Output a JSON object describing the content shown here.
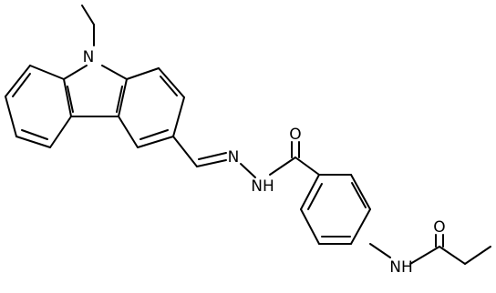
{
  "molecule": {
    "atom_labels": {
      "n_carbazole": "N",
      "o_amide": "O",
      "n_imine": "N",
      "nh_hydrazide": "NH",
      "nh_anilide": "NH",
      "o_propanoyl": "O"
    },
    "colors": {
      "bond": "#000000",
      "label": "#000000",
      "background": "#ffffff"
    }
  }
}
